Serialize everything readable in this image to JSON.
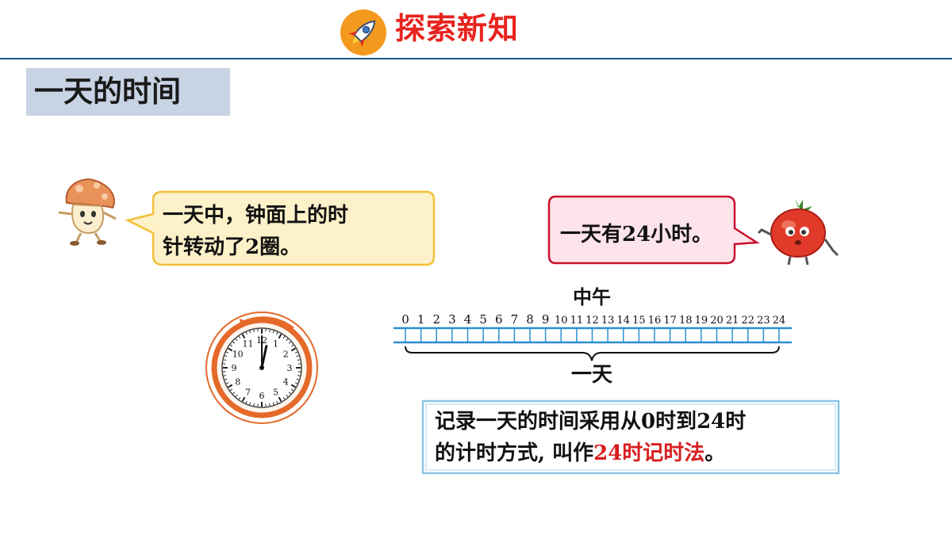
{
  "header": {
    "title": "探索新知",
    "icon": "rocket-icon",
    "accent_color": "#e8231e"
  },
  "section": {
    "title": "一天的时间",
    "bg_color": "#c8d3e4"
  },
  "bubble_left": {
    "line1": "一天中，钟面上的时",
    "line2": "针转动了2圈。",
    "fill": "#fdf1c9",
    "stroke": "#f2c037"
  },
  "bubble_right": {
    "text": "一天有24小时。",
    "fill": "#fde3ea",
    "stroke": "#c8102e"
  },
  "clock": {
    "numbers": [
      "12",
      "1",
      "2",
      "3",
      "4",
      "5",
      "6",
      "7",
      "8",
      "9",
      "10",
      "11"
    ],
    "hour": 12,
    "minute": 0
  },
  "timeline": {
    "noon_label": "中午",
    "day_label": "一天",
    "ticks": [
      "0",
      "1",
      "2",
      "3",
      "4",
      "5",
      "6",
      "7",
      "8",
      "9",
      "10",
      "11",
      "12",
      "13",
      "14",
      "15",
      "16",
      "17",
      "18",
      "19",
      "20",
      "21",
      "22",
      "23",
      "24"
    ],
    "color": "#2b8fd0"
  },
  "definition": {
    "line1": "记录一天的时间采用从0时到24时",
    "line2_prefix": "的计时方式, 叫作",
    "line2_highlight": "24时记时法",
    "line2_suffix": "。",
    "highlight_color": "#d81e1e"
  }
}
